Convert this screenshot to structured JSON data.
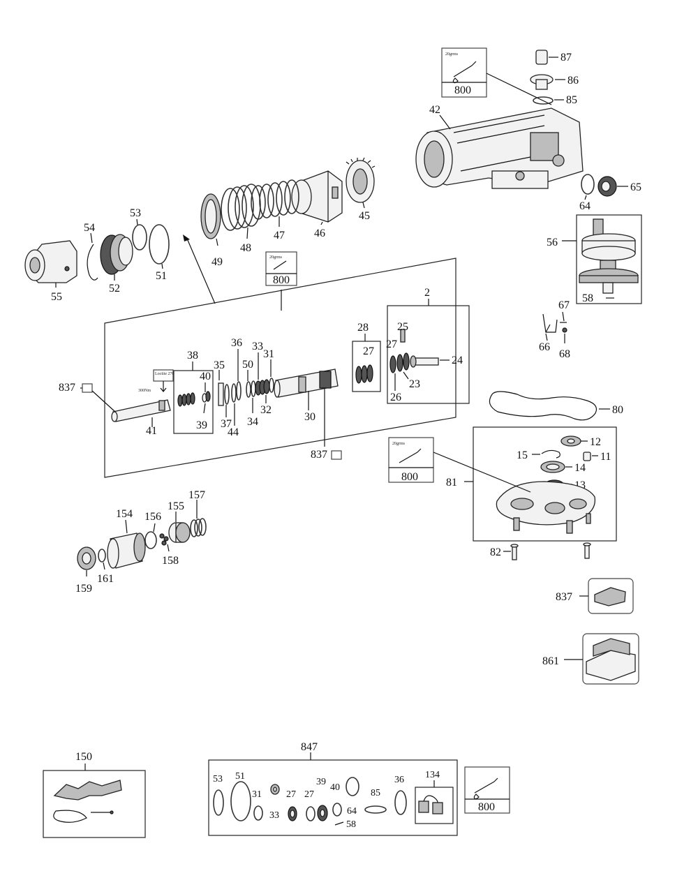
{
  "diagram": {
    "grease_box": {
      "label": "800",
      "small_text": "20grms"
    },
    "top_labels": {
      "n87": "87",
      "n86": "86",
      "n85": "85",
      "n42": "42",
      "n65": "65",
      "n64": "64",
      "n45": "45",
      "n46": "46",
      "n47": "47",
      "n48": "48",
      "n49": "49",
      "n53": "53",
      "n54": "54",
      "n52": "52",
      "n51": "51",
      "n55": "55",
      "n56": "56",
      "n58": "58",
      "n67": "67",
      "n66": "66",
      "n68": "68"
    },
    "shaft_labels": {
      "n2": "2",
      "n28": "28",
      "n27": "27",
      "n25": "25",
      "n27b": "27",
      "n24": "24",
      "n23": "23",
      "n26": "26",
      "n36": "36",
      "n33": "33",
      "n31": "31",
      "n50": "50",
      "n35": "35",
      "n38": "38",
      "n40": "40",
      "n39": "39",
      "n41": "41",
      "n37": "37",
      "n44": "44",
      "n34": "34",
      "n32": "32",
      "n30": "30",
      "n837a": "837",
      "n837b": "837",
      "loctite_text": "Loctite 270",
      "torque_text": "300Nm"
    },
    "right_labels": {
      "n80": "80",
      "n81": "81",
      "n12": "12",
      "n15": "15",
      "n11": "11",
      "n14": "14",
      "n13": "13",
      "n82": "82",
      "n837c": "837",
      "n861": "861"
    },
    "left_labels": {
      "n154": "154",
      "n156": "156",
      "n155": "155",
      "n157": "157",
      "n158": "158",
      "n159": "159",
      "n161": "161"
    },
    "kit150": {
      "title": "150"
    },
    "kit847": {
      "title": "847",
      "items": [
        "53",
        "51",
        "31",
        "33",
        "27",
        "27",
        "39",
        "40",
        "64",
        "58",
        "85",
        "36",
        "134"
      ]
    }
  }
}
